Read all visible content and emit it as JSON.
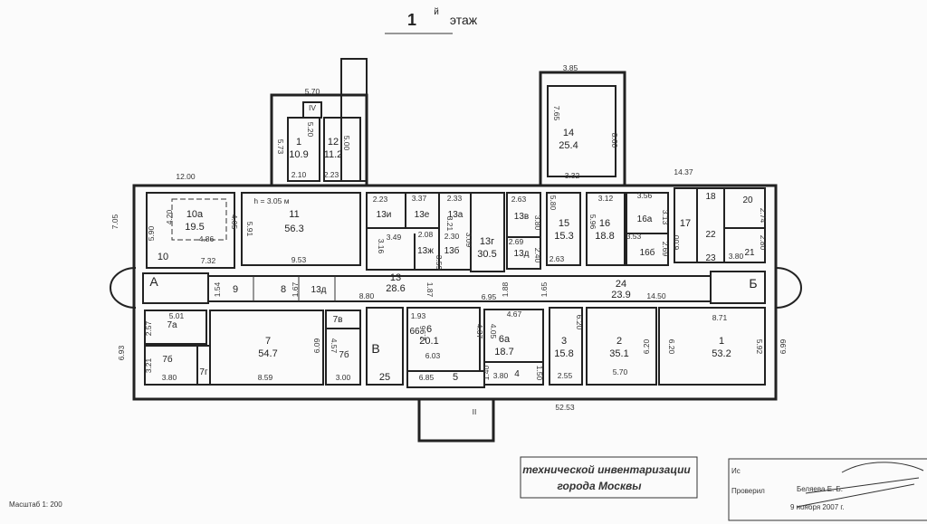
{
  "header": {
    "floor_number": "1",
    "floor_suffix": "й",
    "floor_word": "этаж"
  },
  "rooms": [
    {
      "id": "10a",
      "area": "19.5"
    },
    {
      "id": "10"
    },
    {
      "id": "11",
      "area": "56.3",
      "height_note": "h = 3.05 м"
    },
    {
      "id": "1",
      "area": "10.9"
    },
    {
      "id": "12",
      "area": "11.2"
    },
    {
      "id": "14",
      "area": "25.4"
    },
    {
      "id": "13и"
    },
    {
      "id": "13е"
    },
    {
      "id": "13а"
    },
    {
      "id": "13ж"
    },
    {
      "id": "13б"
    },
    {
      "id": "13г",
      "area": "30.5"
    },
    {
      "id": "13в"
    },
    {
      "id": "13д"
    },
    {
      "id": "15",
      "area": "15.3"
    },
    {
      "id": "16",
      "area": "18.8"
    },
    {
      "id": "16а"
    },
    {
      "id": "16б"
    },
    {
      "id": "17"
    },
    {
      "id": "18"
    },
    {
      "id": "20"
    },
    {
      "id": "21"
    },
    {
      "id": "22"
    },
    {
      "id": "23"
    },
    {
      "id": "9"
    },
    {
      "id": "8"
    },
    {
      "id": "13д"
    },
    {
      "id": "13",
      "area": "28.6"
    },
    {
      "id": "24",
      "area": "23.9"
    },
    {
      "id": "7а"
    },
    {
      "id": "7б"
    },
    {
      "id": "7г"
    },
    {
      "id": "7",
      "area": "54.7"
    },
    {
      "id": "7в"
    },
    {
      "id": "7б"
    },
    {
      "id": "25"
    },
    {
      "id": "6",
      "area": "20.1"
    },
    {
      "id": "6а",
      "area": "18.7"
    },
    {
      "id": "5"
    },
    {
      "id": "4"
    },
    {
      "id": "3",
      "area": "15.8"
    },
    {
      "id": "2",
      "area": "35.1"
    },
    {
      "id": "1",
      "area": "53.2"
    },
    {
      "id": "66"
    }
  ],
  "stairs": {
    "a": "А",
    "b": "Б",
    "v": "В",
    "iv": "IV",
    "ii": "II"
  },
  "dimensions": [
    "5.70",
    "5.73",
    "3.85",
    "7.65",
    "8.60",
    "3.32",
    "14.37",
    "12.00",
    "7.05",
    "5.90",
    "4.20",
    "4.86",
    "4.05",
    "7.32",
    "5.91",
    "9.53",
    "2.10",
    "2.23",
    "5.20",
    "5.00",
    "2.23",
    "3.37",
    "2.33",
    "3.49",
    "3.16",
    "2.08",
    "3.59",
    "3.21",
    "2.30",
    "3.09",
    "2.63",
    "3.80",
    "2.69",
    "2.40",
    "5.80",
    "2.63",
    "3.12",
    "5.96",
    "3.56",
    "3.13",
    "3.53",
    "2.69",
    "6.00",
    "2.74",
    "2.80",
    "3.80",
    "1.54",
    "1.67",
    "8.80",
    "1.87",
    "6.95",
    "1.88",
    "1.65",
    "14.50",
    "8.71",
    "6.99",
    "5.92",
    "6.20",
    "6.20",
    "5.70",
    "6.20",
    "2.55",
    "4.67",
    "4.05",
    "4.37",
    "1.93",
    "2.96",
    "6.03",
    "6.85",
    "1.40",
    "3.80",
    "1.50",
    "5.01",
    "2.57",
    "6.93",
    "3.21",
    "3.80",
    "6.09",
    "4.57",
    "8.59",
    "3.00",
    "52.53"
  ],
  "footer": {
    "scale": "Масштаб 1: 200",
    "stamp_line1": "технической инвентаризации",
    "stamp_line2": "города Москвы",
    "executed_label": "Ис",
    "checked_label": "Проверил",
    "checked_name": "Беляева Е. Б.",
    "date": "9 ноября 2007 г."
  }
}
